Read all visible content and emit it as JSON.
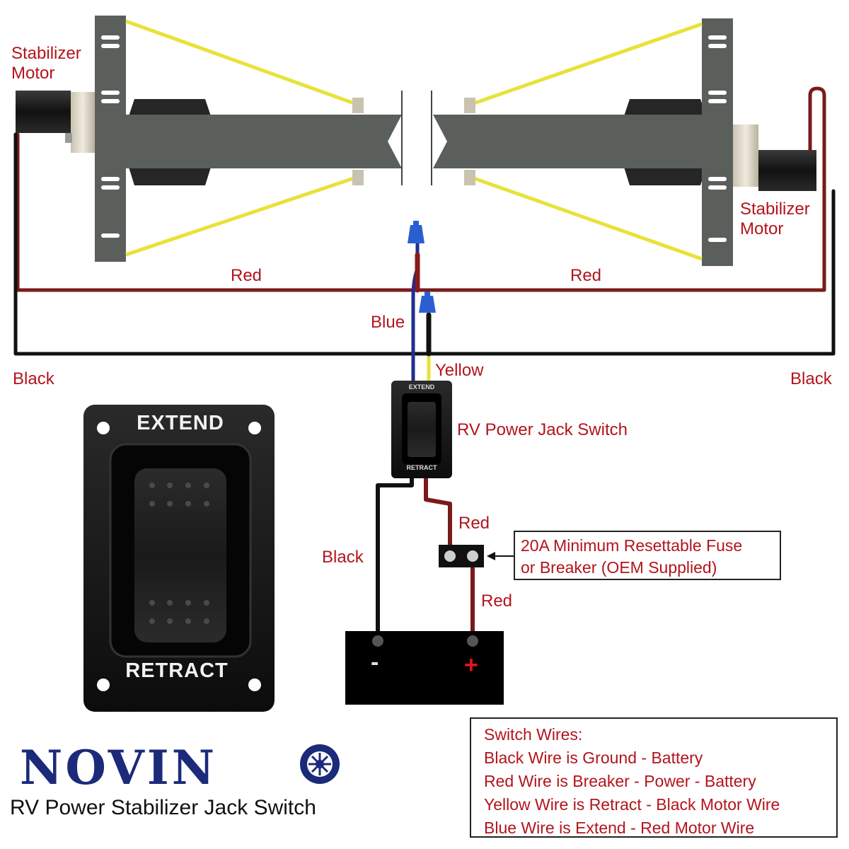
{
  "labels": {
    "motor_left": "Stabilizer Motor",
    "motor_right": "Stabilizer Motor",
    "red_left": "Red",
    "red_right": "Red",
    "blue": "Blue",
    "black_left": "Black",
    "black_right": "Black",
    "yellow": "Yellow",
    "switch": "RV Power Jack Switch",
    "red_upper": "Red",
    "red_lower": "Red",
    "black_lower": "Black",
    "battery_minus": "-",
    "battery_plus": "+"
  },
  "fuse_note": {
    "line1": "20A Minimum Resettable Fuse",
    "line2": "or Breaker (OEM Supplied)"
  },
  "switch_panel": {
    "extend": "EXTEND",
    "retract": "RETRACT"
  },
  "small_switch": {
    "extend": "EXTEND",
    "retract": "RETRACT"
  },
  "switch_wires": {
    "title": "Switch Wires:",
    "lines": [
      "Black Wire is Ground - Battery",
      "Red Wire is Breaker - Power - Battery",
      "Yellow Wire is Retract - Black Motor Wire",
      "Blue Wire is Extend - Red Motor Wire"
    ]
  },
  "brand": {
    "name": "NOVIN",
    "product": "RV Power Stabilizer Jack Switch"
  },
  "colors": {
    "label_red": "#b3141c",
    "wire_red": "#7a1a1a",
    "wire_black": "#111111",
    "wire_blue": "#1f2f8f",
    "wire_yellow": "#e8e23a",
    "steel": "#5b5f5c",
    "brand_blue": "#1c2a7a"
  }
}
